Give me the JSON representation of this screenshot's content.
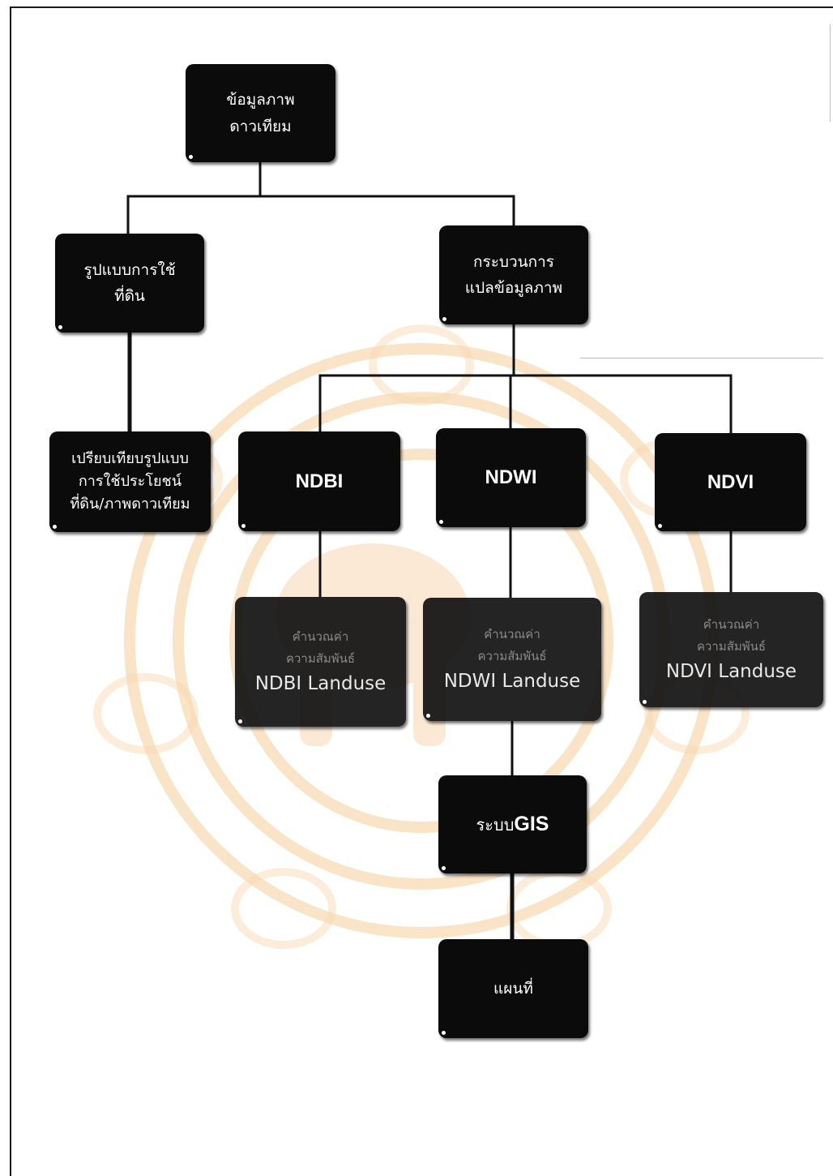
{
  "diagram": {
    "nodes": {
      "satellite": {
        "lines": [
          "ข้อมูลภาพ",
          "ดาวเทียม"
        ]
      },
      "landuse_pattern": {
        "lines": [
          "รูปแบบการใช้",
          "ที่ดิน"
        ]
      },
      "interpretation": {
        "lines": [
          "กระบวนการ",
          "แปลข้อมูลภาพ"
        ]
      },
      "compare": {
        "lines": [
          "เปรียบเทียบรูปแบบ",
          "การใช้ประโยชน์",
          "ที่ดิน/ภาพดาวเทียม"
        ]
      },
      "ndbi": {
        "label": "NDBI"
      },
      "ndwi": {
        "label": "NDWI"
      },
      "ndvi": {
        "label": "NDVI"
      },
      "ndbi_calc": {
        "lines": [
          "คำนวณค่า",
          "ความสัมพันธ์"
        ],
        "landuse": "NDBI Landuse"
      },
      "ndwi_calc": {
        "lines": [
          "คำนวณค่า",
          "ความสัมพันธ์"
        ],
        "landuse": "NDWI Landuse"
      },
      "ndvi_calc": {
        "lines": [
          "คำนวณค่า",
          "ความสัมพันธ์"
        ],
        "landuse": "NDVI Landuse"
      },
      "gis": {
        "prefix": "ระบบ",
        "bold": "GIS"
      },
      "map": {
        "label": "แผนที่"
      }
    },
    "edges": [
      [
        "satellite",
        "landuse_pattern"
      ],
      [
        "satellite",
        "interpretation"
      ],
      [
        "landuse_pattern",
        "compare"
      ],
      [
        "interpretation",
        "ndbi"
      ],
      [
        "interpretation",
        "ndwi"
      ],
      [
        "interpretation",
        "ndvi"
      ],
      [
        "ndbi",
        "ndbi_calc"
      ],
      [
        "ndwi",
        "ndwi_calc"
      ],
      [
        "ndvi",
        "ndvi_calc"
      ],
      [
        "ndwi_calc",
        "gis"
      ],
      [
        "gis",
        "map"
      ]
    ]
  },
  "colors": {
    "node_fill": "#0b0b0b",
    "node_text": "#ffffff",
    "connector": "#111111",
    "watermark": "#f2c48a"
  }
}
